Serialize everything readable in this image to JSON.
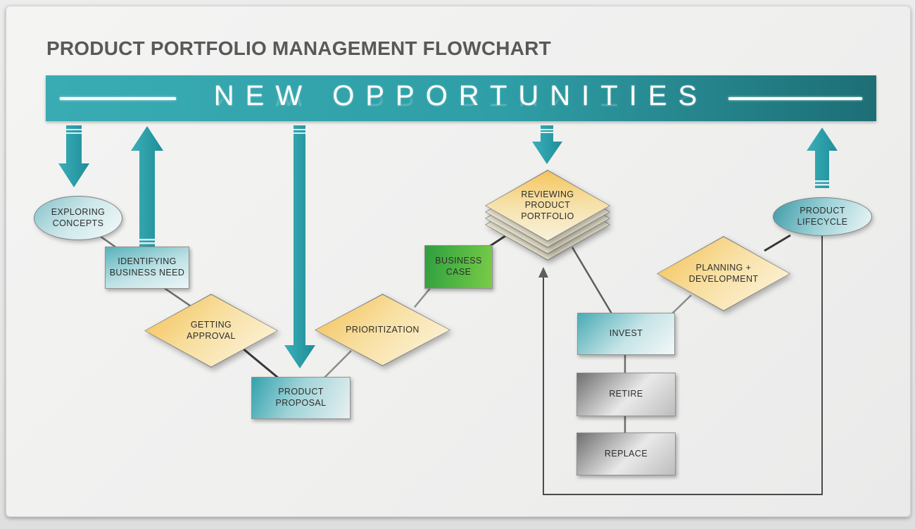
{
  "page": {
    "title": "PRODUCT PORTFOLIO MANAGEMENT FLOWCHART"
  },
  "banner": {
    "label": "NEW OPPORTUNITIES"
  },
  "nodes": {
    "exploring_concepts": {
      "shape": "ellipse",
      "line1": "EXPLORING",
      "line2": "CONCEPTS"
    },
    "identifying_business_need": {
      "shape": "rectangle",
      "line1": "IDENTIFYING",
      "line2": "BUSINESS NEED"
    },
    "getting_approval": {
      "shape": "diamond",
      "line1": "GETTING",
      "line2": "APPROVAL"
    },
    "product_proposal": {
      "shape": "rectangle",
      "line1": "PRODUCT",
      "line2": "PROPOSAL"
    },
    "prioritization": {
      "shape": "diamond",
      "line1": "PRIORITIZATION"
    },
    "business_case": {
      "shape": "rectangle",
      "line1": "BUSINESS",
      "line2": "CASE"
    },
    "reviewing_product_portfolio": {
      "shape": "stacked-diamond",
      "line1": "REVIEWING",
      "line2": "PRODUCT",
      "line3": "PORTFOLIO"
    },
    "invest": {
      "shape": "rectangle",
      "line1": "INVEST"
    },
    "retire": {
      "shape": "rectangle",
      "line1": "RETIRE"
    },
    "replace": {
      "shape": "rectangle",
      "line1": "REPLACE"
    },
    "planning_development": {
      "shape": "diamond",
      "line1": "PLANNING +",
      "line2": "DEVELOPMENT"
    },
    "product_lifecycle": {
      "shape": "ellipse",
      "line1": "PRODUCT",
      "line2": "LIFECYCLE"
    }
  },
  "edges": [
    "new_opportunities -> exploring_concepts",
    "identifying_business_need -> new_opportunities",
    "new_opportunities -> product_proposal",
    "new_opportunities -> reviewing_product_portfolio",
    "product_lifecycle -> new_opportunities",
    "exploring_concepts -> identifying_business_need",
    "identifying_business_need -> getting_approval",
    "getting_approval -> product_proposal",
    "product_proposal -> prioritization",
    "prioritization -> business_case",
    "business_case -> reviewing_product_portfolio",
    "reviewing_product_portfolio -> invest",
    "invest -> planning_development",
    "planning_development -> product_lifecycle",
    "invest -> retire",
    "retire -> replace",
    "product_lifecycle -> reviewing_product_portfolio (feedback loop)"
  ],
  "colors": {
    "banner_teal_left": "#39acb3",
    "banner_teal_right": "#1d6e75",
    "arrow_teal": "#2b9fa9",
    "diamond_gold": "#f3bf50",
    "node_teal": "#49abb5",
    "node_green": "#55b943",
    "node_gray": "#6f6f6f",
    "title_gray": "#595959"
  }
}
